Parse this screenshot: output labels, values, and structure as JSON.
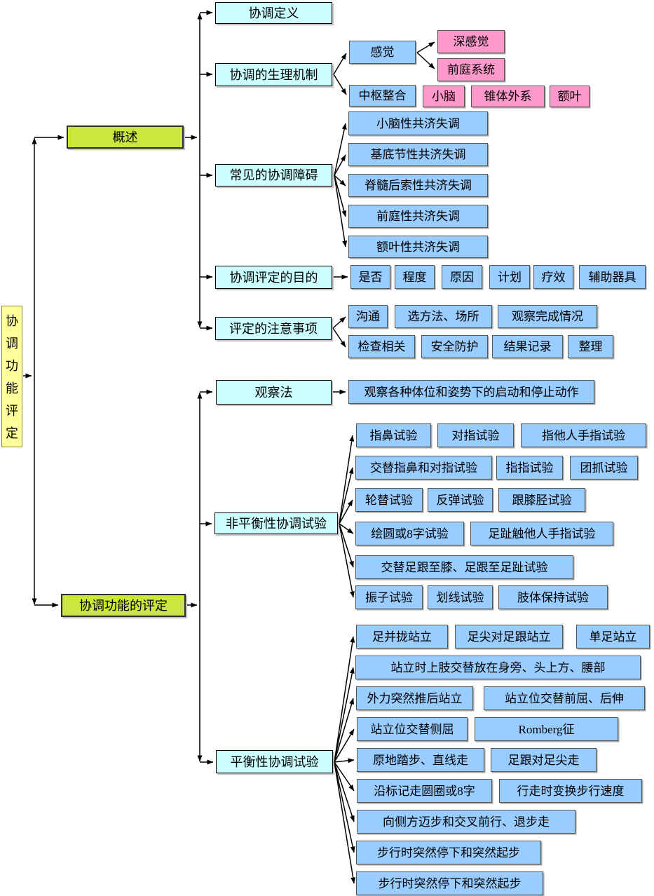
{
  "colors": {
    "root_bg": "#ffff99",
    "topic_bg": "#c9e83b",
    "parent_bg": "#ccffff",
    "child_bg": "#99ccff",
    "pink_bg": "#ff99cc",
    "line": "#000000"
  },
  "nodes": {
    "root": "协调功能评定",
    "overview": "概述",
    "assessment": "协调功能的评定",
    "definition": "协调定义",
    "physiology": "协调的生理机制",
    "sensation": "感觉",
    "deep_sensation": "深感觉",
    "vestibular_system": "前庭系统",
    "central_integration": "中枢整合",
    "cerebellum": "小脑",
    "extrapyramidal_system": "锥体外系",
    "frontal_lobe": "额叶",
    "common_disorders": "常见的协调障碍",
    "cerebellar_ataxia": "小脑性共济失调",
    "basal_ganglia_ataxia": "基底节性共济失调",
    "posterior_column_ataxia": "脊髓后索性共济失调",
    "vestibular_ataxia": "前庭性共济失调",
    "frontal_ataxia": "额叶性共济失调",
    "purpose": "协调评定的目的",
    "purpose_whether": "是否",
    "purpose_degree": "程度",
    "purpose_cause": "原因",
    "purpose_plan": "计划",
    "purpose_efficacy": "疗效",
    "purpose_aids": "辅助器具",
    "precautions": "评定的注意事项",
    "communication": "沟通",
    "method_site": "选方法、场所",
    "observe_completion": "观察完成情况",
    "exam_related": "检查相关",
    "safety_protection": "安全防护",
    "result_recording": "结果记录",
    "tidying": "整理",
    "observation_method": "观察法",
    "observation_desc": "观察各种体位和姿势下的启动和停止动作",
    "nonequilibrium": "非平衡性协调试验",
    "finger_nose": "指鼻试验",
    "finger_opposition": "对指试验",
    "point_others_finger": "指他人手指试验",
    "alternate_nose_finger": "交替指鼻和对指试验",
    "finger_pointing": "指指试验",
    "mass_grasp": "团抓试验",
    "alternating_movement": "轮替试验",
    "rebound": "反弹试验",
    "heel_knee_shin": "跟膝胫试验",
    "draw_circle_figure8": "绘圆或8字试验",
    "toe_touch_finger": "足趾触他人手指试验",
    "alternate_heel_knee_toe": "交替足跟至膝、足跟至足趾试验",
    "pendulum": "振子试验",
    "line_drawing": "划线试验",
    "limb_holding": "肢体保持试验",
    "equilibrium": "平衡性协调试验",
    "feet_together_stand": "足并拢站立",
    "toe_to_heel_stand": "足尖对足跟站立",
    "single_leg_stand": "单足站立",
    "arms_positions_stand": "站立时上肢交替放在身旁、头上方、腰部",
    "push_stand": "外力突然推后站立",
    "stand_flexion_extension": "站立位交替前屈、后伸",
    "stand_lateral_flexion": "站立位交替侧屈",
    "romberg_sign": "Romberg征",
    "march_straight_walk": "原地踏步、直线走",
    "heel_to_toe_walk": "足跟对足尖走",
    "walk_marked_circle": "沿标记走圆圈或8字",
    "change_walking_speed": "行走时变换步行速度",
    "side_step_cross_walk": "向侧方迈步和交叉前行、退步走",
    "sudden_stop_start_1": "步行时突然停下和突然起步",
    "sudden_stop_start_2": "步行时突然停下和突然起步"
  }
}
